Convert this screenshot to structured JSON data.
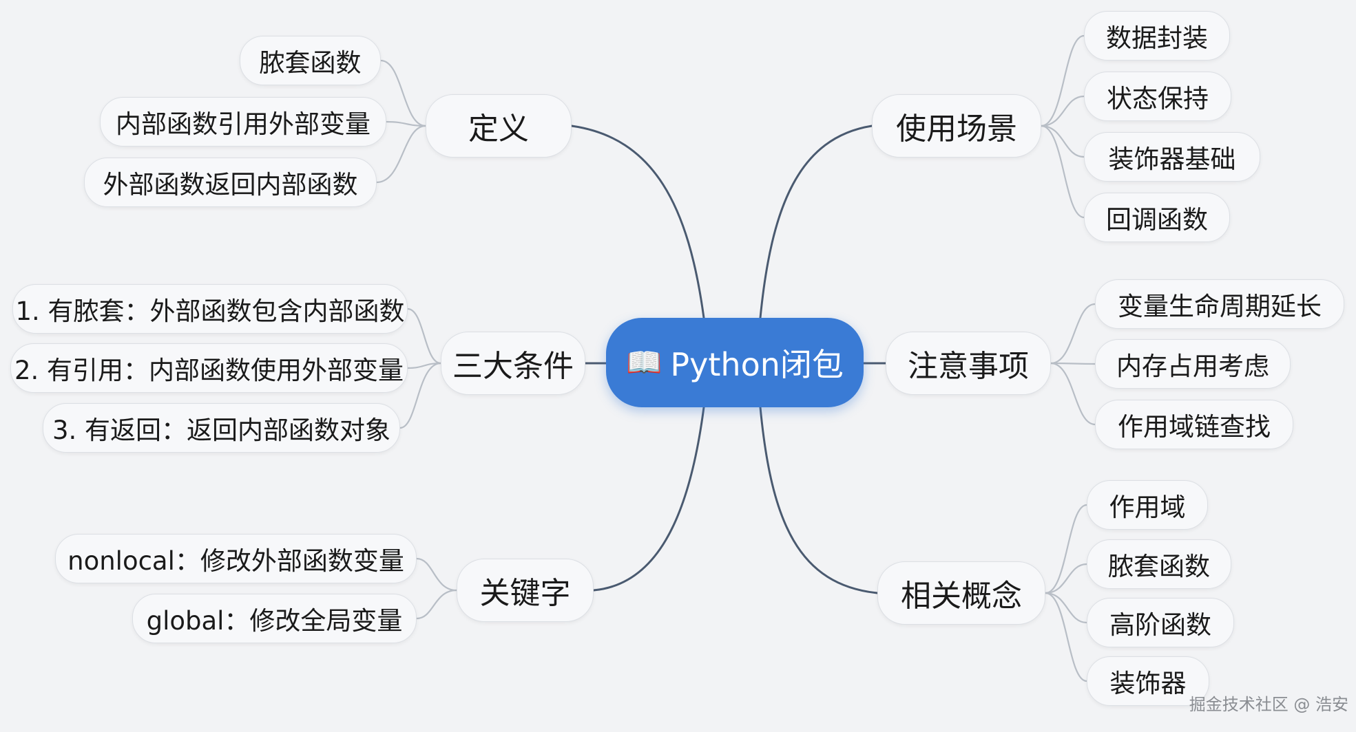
{
  "root": {
    "icon": "open-book-icon",
    "icon_glyph": "📖",
    "label": "Python闭包"
  },
  "branches": [
    {
      "id": "definition",
      "label": "定义",
      "children": [
        "脓套函数",
        "内部函数引用外部变量",
        "外部函数返回内部函数"
      ]
    },
    {
      "id": "conditions",
      "label": "三大条件",
      "children": [
        "1. 有脓套：外部函数包含内部函数",
        "2. 有引用：内部函数使用外部变量",
        "3. 有返回：返回内部函数对象"
      ]
    },
    {
      "id": "keywords",
      "label": "关键字",
      "children": [
        "nonlocal：修改外部函数变量",
        "global：修改全局变量"
      ]
    },
    {
      "id": "use-cases",
      "label": "使用场景",
      "children": [
        "数据封装",
        "状态保持",
        "装饰器基础",
        "回调函数"
      ]
    },
    {
      "id": "notes",
      "label": "注意事项",
      "children": [
        "变量生命周期延长",
        "内存占用考虑",
        "作用域链查找"
      ]
    },
    {
      "id": "related",
      "label": "相关概念",
      "children": [
        "作用域",
        "脓套函数",
        "高阶函数",
        "装饰器"
      ]
    }
  ],
  "watermark": "掘金技术社区 @ 浩安",
  "colors": {
    "root_fill": "#3a7bd5",
    "main_link": "#4a5a70",
    "leaf_link": "#b8bec6",
    "node_fill": "#f7f8fa"
  }
}
